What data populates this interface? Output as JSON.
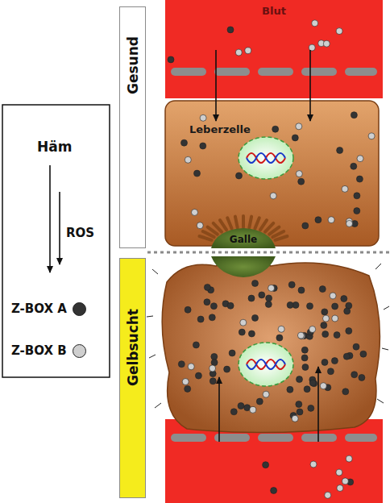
{
  "diagram": {
    "nodes": [
      {
        "text": [
          "Gesund"
        ]
      },
      {
        "text": [
          "Blut"
        ]
      },
      {
        "text": [
          "Leberzelle"
        ]
      },
      {
        "text": [
          "Galle"
        ]
      },
      {
        "text": [
          "Gelbsucht"
        ]
      }
    ],
    "edges": [
      {
        "from": 1,
        "to": 2,
        "arrow": "to"
      },
      {
        "from": 1,
        "to": 2,
        "arrow": "to"
      }
    ],
    "labels": [
      "Häm",
      "ROS"
    ],
    "legend": [
      {
        "text": "Z-BOX A",
        "color": "#333333"
      },
      {
        "text": "Z-BOX B",
        "color": "#cfcfcf"
      }
    ]
  }
}
